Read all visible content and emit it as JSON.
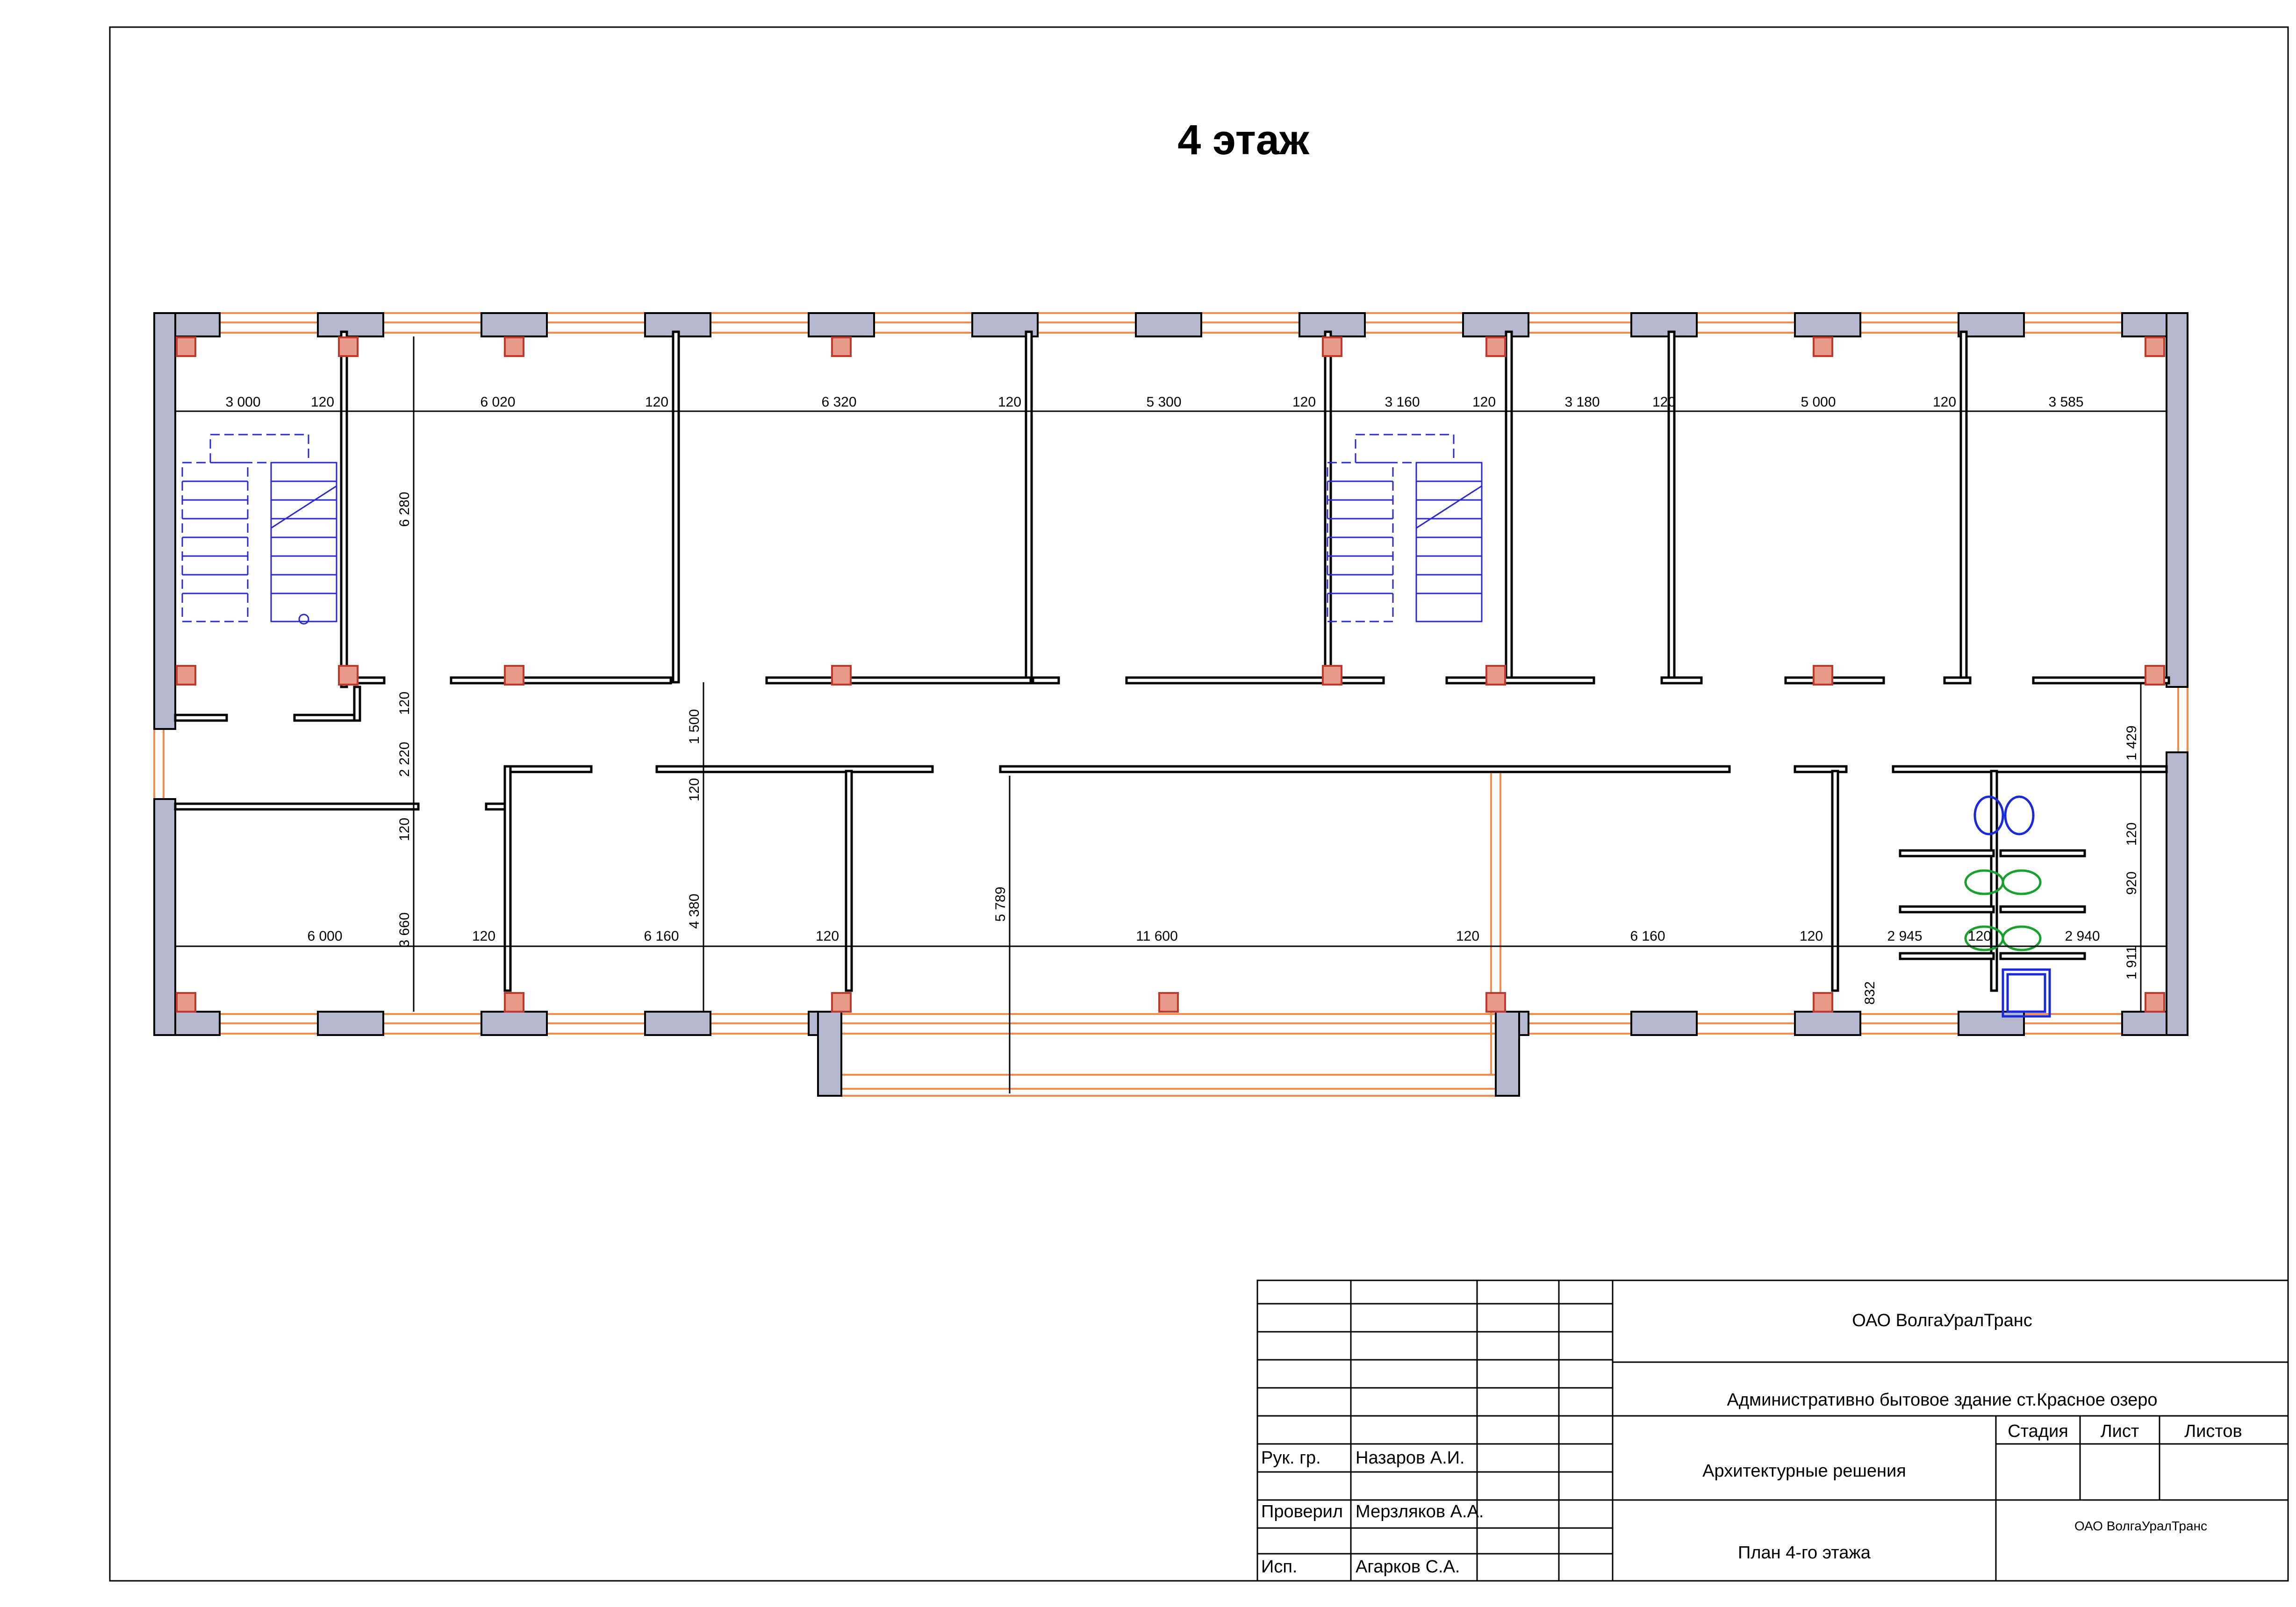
{
  "title": "4 этаж",
  "colors": {
    "wall_fill": "#b4b9cf",
    "wall_stroke": "#000000",
    "window": "#f08c50",
    "column_fill": "#e89a8a",
    "column_stroke": "#c0392b",
    "stair": "#2a2ad0",
    "stair_numbers": "#d02050",
    "fixture_blue": "#1a2ad8",
    "fixture_green": "#1aa030",
    "dim_line": "#000000"
  },
  "dimensions": {
    "top_row": [
      "3 000",
      "120",
      "6 020",
      "120",
      "6 320",
      "120",
      "5 300",
      "120",
      "3 160",
      "120",
      "3 180",
      "120",
      "5 000",
      "120",
      "3 585"
    ],
    "bottom_row": [
      "6 000",
      "120",
      "6 160",
      "120",
      "11 600",
      "120",
      "6 160",
      "120",
      "2 945",
      "120",
      "2 940"
    ],
    "left_vertical": [
      "6 280",
      "120",
      "2 220",
      "120",
      "3 660"
    ],
    "mid_vertical": [
      "1 500",
      "120",
      "4 380"
    ],
    "hall_vertical": "5 789",
    "right_vertical": [
      "1 429",
      "120",
      "920",
      "1 911"
    ],
    "small": "832"
  },
  "stamp": {
    "organization": "ОАО ВолгаУралТранс",
    "project": "Административно бытовое здание ст.Красное озеро",
    "section": "Архитектурные решения",
    "sheet_title": "План 4-го этажа",
    "organization_small": "ОАО ВолгаУралТранс",
    "headers": {
      "stage": "Стадия",
      "sheet": "Лист",
      "sheets": "Листов"
    },
    "roles": [
      {
        "role": "Рук. гр.",
        "name": "Назаров А.И."
      },
      {
        "role": "Проверил",
        "name": "Мерзляков А.А."
      },
      {
        "role": "Исп.",
        "name": "Агарков С.А."
      }
    ]
  }
}
